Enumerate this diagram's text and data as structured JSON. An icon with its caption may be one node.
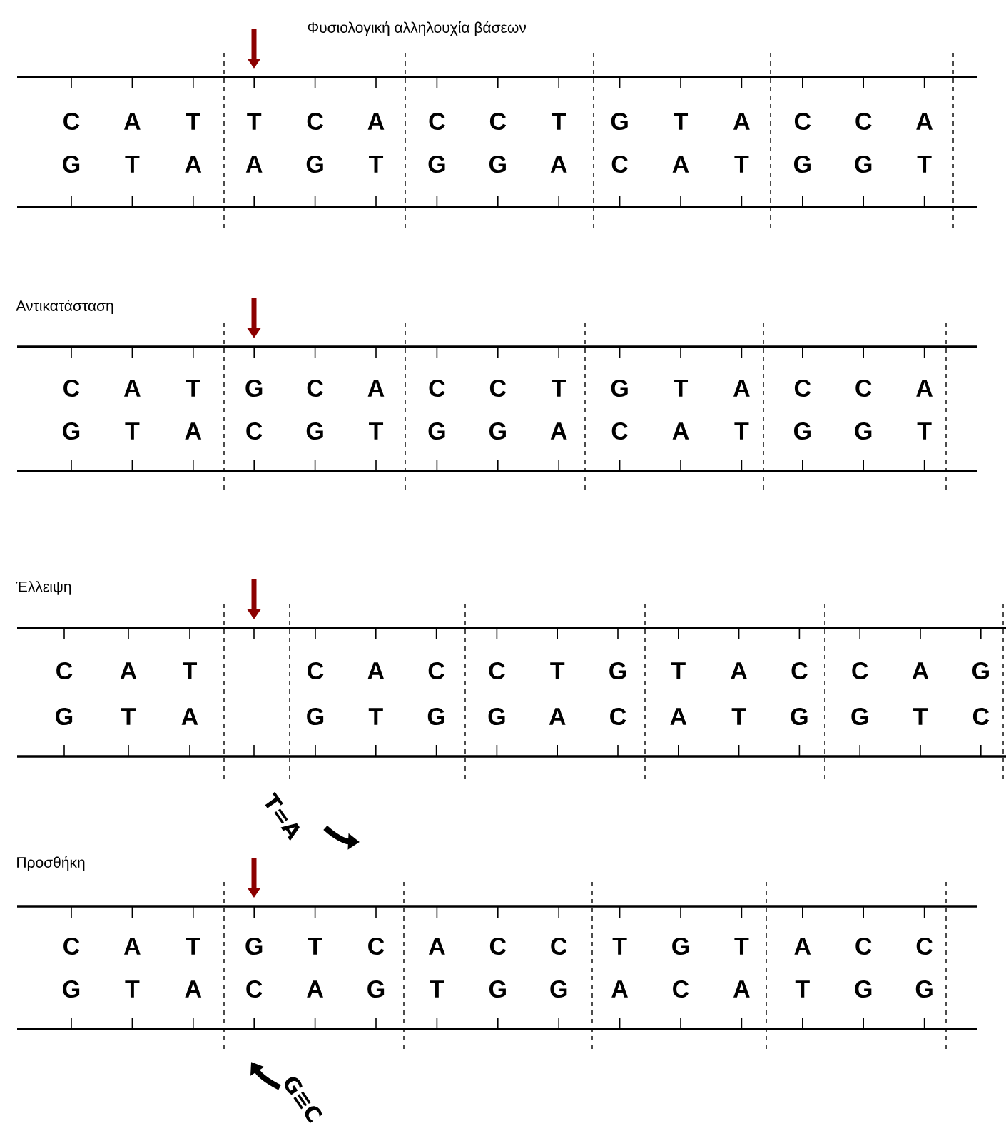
{
  "diagram": {
    "labels": [
      "Φυσιολογική αλληλουχία βάσεων",
      "C",
      "A",
      "T",
      "T",
      "C",
      "A",
      "C",
      "C",
      "T",
      "G",
      "T",
      "A",
      "C",
      "C",
      "A",
      "G",
      "T",
      "A",
      "A",
      "G",
      "T",
      "G",
      "G",
      "A",
      "C",
      "A",
      "T",
      "G",
      "G",
      "T",
      "Αντικατάσταση",
      "C",
      "A",
      "T",
      "G",
      "C",
      "A",
      "C",
      "C",
      "T",
      "G",
      "T",
      "A",
      "C",
      "C",
      "A",
      "G",
      "T",
      "A",
      "C",
      "G",
      "T",
      "G",
      "G",
      "A",
      "C",
      "A",
      "T",
      "G",
      "G",
      "T",
      "Έλλειψη",
      "C",
      "A",
      "T",
      "C",
      "A",
      "C",
      "C",
      "T",
      "G",
      "T",
      "A",
      "C",
      "C",
      "A",
      "G",
      "G",
      "T",
      "A",
      "G",
      "T",
      "G",
      "G",
      "A",
      "C",
      "A",
      "T",
      "G",
      "G",
      "T",
      "C",
      "T=A",
      "Προσθήκη",
      "C",
      "A",
      "T",
      "G",
      "T",
      "C",
      "A",
      "C",
      "C",
      "T",
      "G",
      "T",
      "A",
      "C",
      "C",
      "G",
      "T",
      "A",
      "C",
      "A",
      "G",
      "T",
      "G",
      "G",
      "A",
      "C",
      "A",
      "T",
      "G",
      "G",
      "G≡C"
    ]
  }
}
